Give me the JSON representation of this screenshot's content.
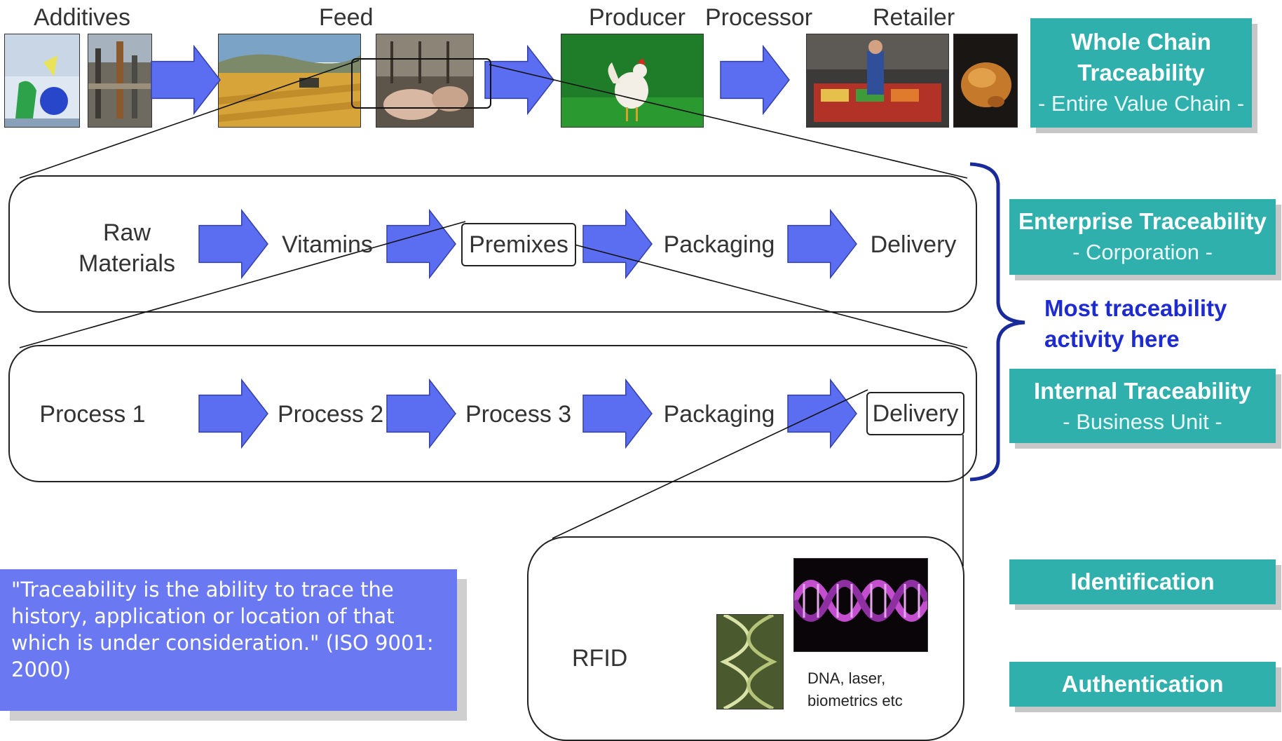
{
  "top_row": {
    "stages": [
      {
        "label": "Additives"
      },
      {
        "label": "Feed"
      },
      {
        "label": "Producer"
      },
      {
        "label": "Processor"
      },
      {
        "label": "Retailer"
      }
    ]
  },
  "enterprise_flow": {
    "steps": [
      "Raw\nMaterials",
      "Vitamins",
      "Premixes",
      "Packaging",
      "Delivery"
    ]
  },
  "internal_flow": {
    "steps": [
      "Process 1",
      "Process 2",
      "Process 3",
      "Packaging",
      "Delivery"
    ]
  },
  "detail": {
    "rfid_label": "RFID",
    "dna_caption": "DNA, laser,\nbiometrics etc"
  },
  "side_labels": {
    "whole_chain": {
      "title": "Whole Chain\nTraceability",
      "subtitle": "- Entire Value Chain -"
    },
    "enterprise": {
      "title": "Enterprise Traceability",
      "subtitle": "- Corporation -"
    },
    "note": "Most traceability\nactivity here",
    "internal": {
      "title": "Internal Traceability",
      "subtitle": "- Business Unit -"
    },
    "identification": "Identification",
    "authentication": "Authentication"
  },
  "quote": {
    "text": "\"Traceability is the ability to trace the history, application or location of that which is under consideration.\" (ISO 9001: 2000)"
  },
  "colors": {
    "arrow": "#5b6ef2",
    "teal": "#2fb0ac",
    "quote_bg": "#6a79f1",
    "note_text": "#1d2bd0",
    "bracket": "#1a2a9a"
  }
}
